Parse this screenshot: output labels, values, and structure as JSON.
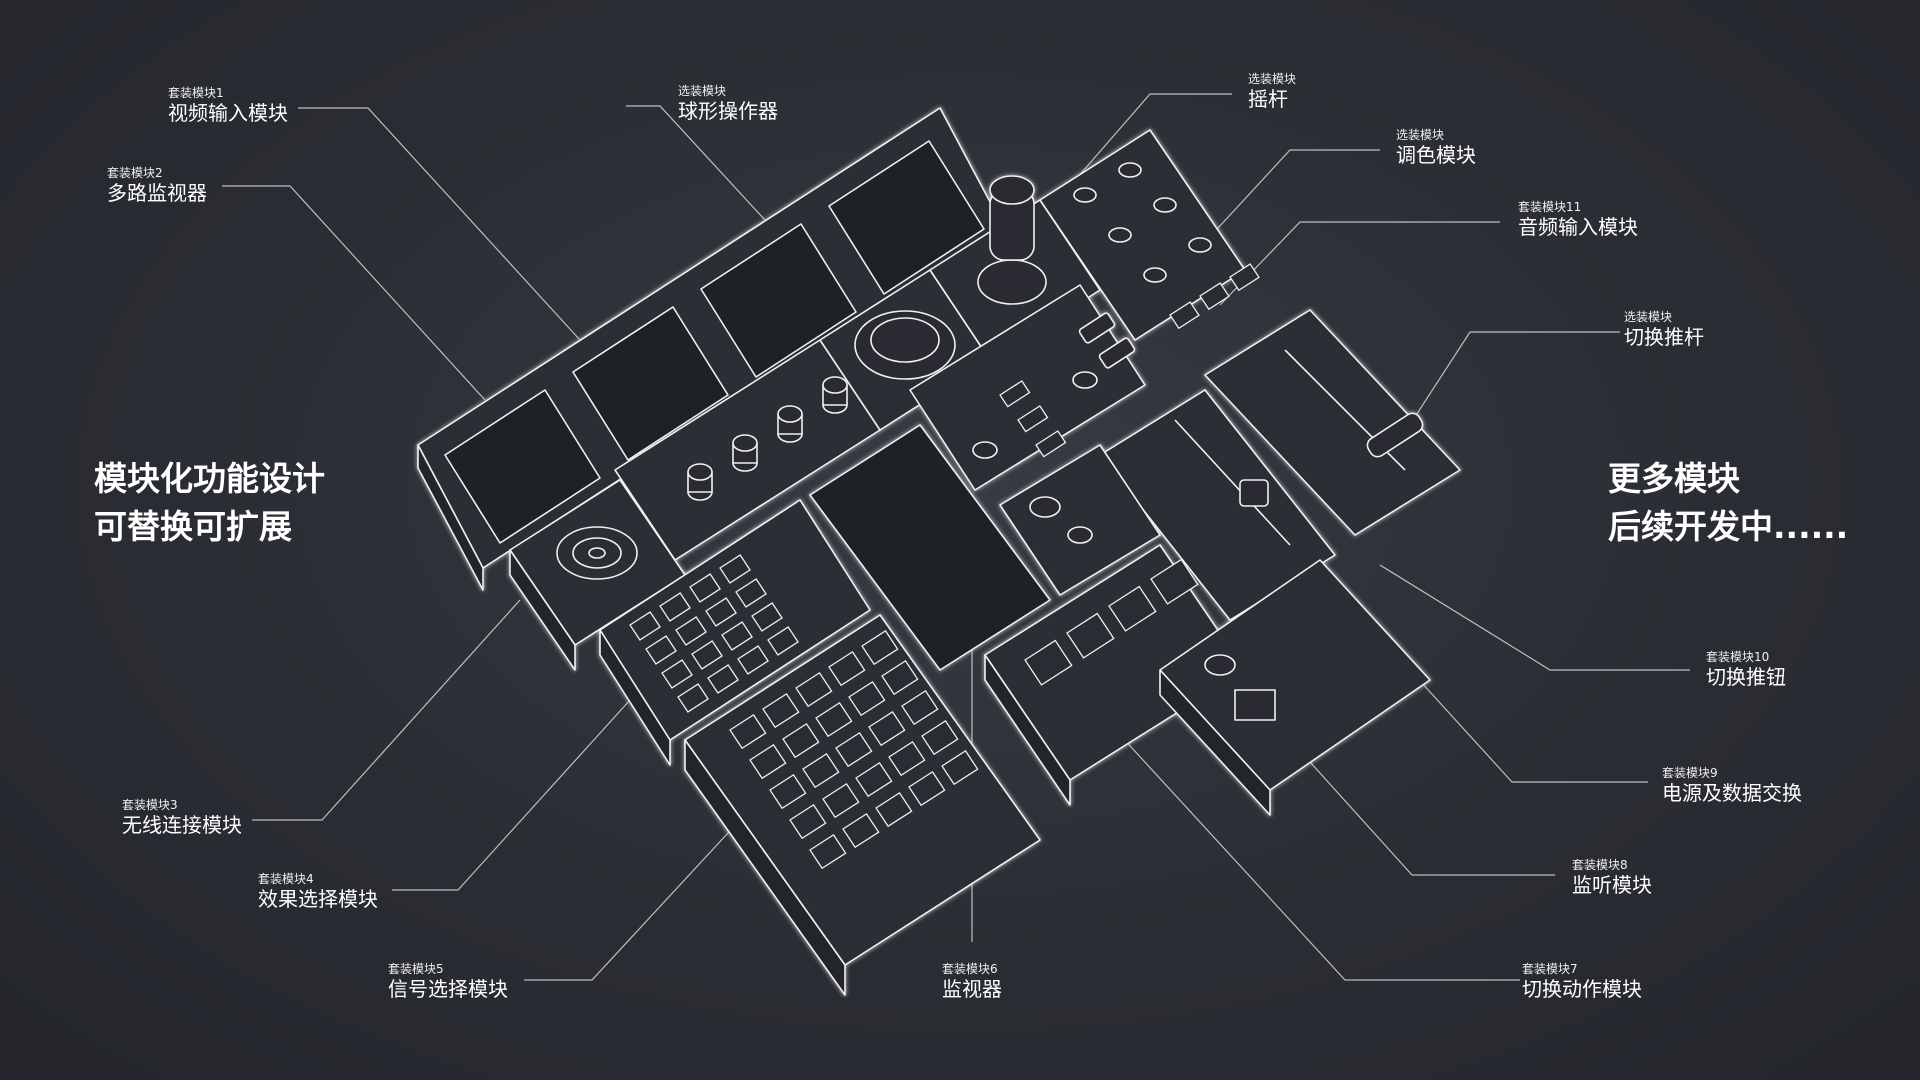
{
  "slogan_left": {
    "line1": "模块化功能设计",
    "line2": "可替换可扩展"
  },
  "slogan_right": {
    "line1": "更多模块",
    "line2": "后续开发中......"
  },
  "callouts": [
    {
      "id": "video-input",
      "tag": "套装模块1",
      "name": "视频输入模块"
    },
    {
      "id": "multiview",
      "tag": "套装模块2",
      "name": "多路监视器"
    },
    {
      "id": "trackball",
      "tag": "选装模块",
      "name": "球形操作器"
    },
    {
      "id": "joystick",
      "tag": "选装模块",
      "name": "摇杆"
    },
    {
      "id": "color",
      "tag": "选装模块",
      "name": "调色模块"
    },
    {
      "id": "audio-input",
      "tag": "套装模块11",
      "name": "音频输入模块"
    },
    {
      "id": "tbar",
      "tag": "选装模块",
      "name": "切换推杆"
    },
    {
      "id": "wireless",
      "tag": "套装模块3",
      "name": "无线连接模块"
    },
    {
      "id": "effect",
      "tag": "套装模块4",
      "name": "效果选择模块"
    },
    {
      "id": "signal",
      "tag": "套装模块5",
      "name": "信号选择模块"
    },
    {
      "id": "monitor",
      "tag": "套装模块6",
      "name": "监视器"
    },
    {
      "id": "action",
      "tag": "套装模块7",
      "name": "切换动作模块"
    },
    {
      "id": "listen",
      "tag": "套装模块8",
      "name": "监听模块"
    },
    {
      "id": "power",
      "tag": "套装模块9",
      "name": "电源及数据交换"
    },
    {
      "id": "switch-knob",
      "tag": "套装模块10",
      "name": "切换推钮"
    }
  ],
  "colors": {
    "background": "#2b2d34",
    "line": "#e8e8e8",
    "text": "#ffffff"
  }
}
